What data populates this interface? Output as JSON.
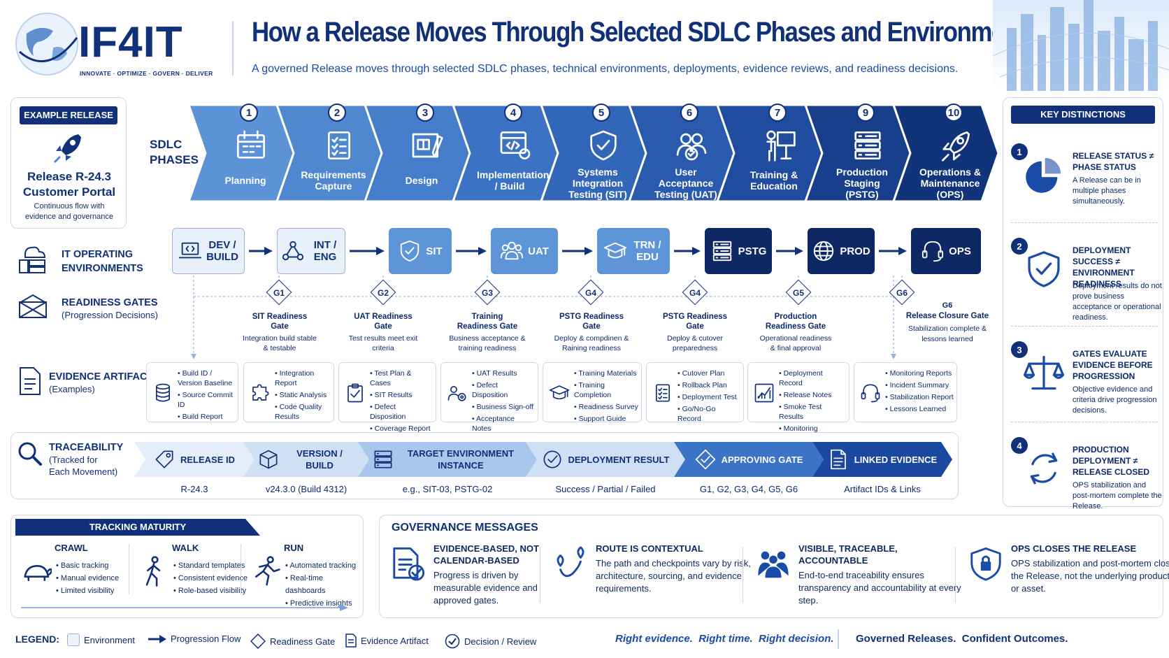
{
  "brand": {
    "logo_text": "IF4IT",
    "tagline": "INNOVATE · OPTIMIZE · GOVERN · DELIVER"
  },
  "header": {
    "title": "How a Release Moves Through Selected SDLC Phases and Environments",
    "subtitle": "A governed Release moves through selected SDLC phases, technical environments, deployments, evidence reviews, and readiness decisions."
  },
  "example_release": {
    "badge": "EXAMPLE RELEASE",
    "name_line1": "Release R-24.3",
    "name_line2": "Customer Portal",
    "desc": "Continuous flow with evidence and governance"
  },
  "row_labels": {
    "sdlc_1": "SDLC",
    "sdlc_2": "PHASES",
    "env_1": "IT OPERATING",
    "env_2": "ENVIRONMENTS",
    "gates_1": "READINESS GATES",
    "gates_2": "(Progression Decisions)",
    "evidence_1": "EVIDENCE ARTIFACTS",
    "evidence_2": "(Examples)"
  },
  "phases": [
    {
      "num": "1",
      "label": "Planning",
      "icon": "calendar-icon",
      "color": "#5b93d6"
    },
    {
      "num": "2",
      "label": "Requirements Capture",
      "icon": "checklist-icon",
      "color": "#5088d0"
    },
    {
      "num": "3",
      "label": "Design",
      "icon": "blueprint-icon",
      "color": "#467dca"
    },
    {
      "num": "4",
      "label": "Implementation / Build",
      "icon": "code-gear-icon",
      "color": "#3c72c3"
    },
    {
      "num": "5",
      "label": "Systems Integration Testing (SIT)",
      "icon": "shield-check-icon",
      "color": "#3266b9"
    },
    {
      "num": "6",
      "label": "User Acceptance Testing (UAT)",
      "icon": "users-check-icon",
      "color": "#2a5aad"
    },
    {
      "num": "7",
      "label": "Training & Education",
      "icon": "presenter-icon",
      "color": "#1f4c9e"
    },
    {
      "num": "9",
      "label": "Production Staging (PSTG)",
      "icon": "server-stack-icon",
      "color": "#173f8c"
    },
    {
      "num": "10",
      "label": "Operations & Maintenance (OPS)",
      "icon": "rocket-icon",
      "color": "#10337a"
    }
  ],
  "environments": [
    {
      "label": "DEV / BUILD",
      "icon": "laptop-code-icon",
      "style": "light"
    },
    {
      "label": "INT / ENG",
      "icon": "network-icon",
      "style": "light"
    },
    {
      "label": "SIT",
      "icon": "shield-check-icon",
      "style": "mid"
    },
    {
      "label": "UAT",
      "icon": "users-icon",
      "style": "mid"
    },
    {
      "label": "TRN / EDU",
      "icon": "graduation-cap-icon",
      "style": "mid"
    },
    {
      "label": "PSTG",
      "icon": "server-stack-icon",
      "style": "dark"
    },
    {
      "label": "PROD",
      "icon": "globe-icon",
      "style": "dark"
    },
    {
      "label": "OPS",
      "icon": "headset-icon",
      "style": "dark"
    }
  ],
  "gates": [
    {
      "id": "G1",
      "title": "SIT Readiness Gate",
      "desc": "Integration build stable & testable"
    },
    {
      "id": "G2",
      "title": "UAT Readiness Gate",
      "desc": "Test results meet exit criteria"
    },
    {
      "id": "G3",
      "title": "Training Readiness Gate",
      "desc": "Business acceptance & training readiness"
    },
    {
      "id": "G4",
      "title": "PSTG Readiness Gate",
      "desc": "Deploy & compdinen & Raining readiness"
    },
    {
      "id": "G4",
      "title": "PSTG Readiness Gate",
      "desc": "Deploy & cutover preparedness"
    },
    {
      "id": "G5",
      "title": "Production Readiness Gate",
      "desc": "Operational readiness & final approval"
    },
    {
      "id": "G6",
      "title": "",
      "desc": ""
    }
  ],
  "closure_gate": {
    "id": "G6",
    "title": "Release Closure Gate",
    "desc": "Stabilization complete & lessons learned"
  },
  "evidence": [
    {
      "icon": "database-icon",
      "items": [
        "Build ID / Version Baseline",
        "Source Commit ID",
        "Build Report"
      ]
    },
    {
      "icon": "puzzle-icon",
      "items": [
        "Integration Report",
        "Static Analysis",
        "Code Quality Results"
      ]
    },
    {
      "icon": "clipboard-check-icon",
      "items": [
        "Test Plan & Cases",
        "SIT Results",
        "Defect Disposition",
        "Coverage Report"
      ]
    },
    {
      "icon": "users-gear-icon",
      "items": [
        "UAT Results",
        "Defect Disposition",
        "Business Sign-off",
        "Acceptance Notes"
      ]
    },
    {
      "icon": "graduation-cap-icon",
      "items": [
        "Training Materials",
        "Training Completion",
        "Readiness Survey",
        "Support Guide"
      ]
    },
    {
      "icon": "checklist-icon",
      "items": [
        "Cutover Plan",
        "Rollback Plan",
        "Deployment Test",
        "Go/No-Go Record"
      ]
    },
    {
      "icon": "chart-icon",
      "items": [
        "Deployment Record",
        "Release Notes",
        "Smoke Test Results",
        "Monitoring Confirm."
      ]
    },
    {
      "icon": "headset-icon",
      "items": [
        "Monitoring Reports",
        "Incident Summary",
        "Stabilization Report",
        "Lessons Learned"
      ]
    }
  ],
  "traceability": {
    "label_1": "TRACEABILITY",
    "label_2": "(Tracked for",
    "label_3": "Each Movement)",
    "items": [
      {
        "label": "RELEASE ID",
        "value": "R-24.3",
        "icon": "tag-icon"
      },
      {
        "label": "VERSION / BUILD",
        "value": "v24.3.0 (Build 4312)",
        "icon": "cube-icon"
      },
      {
        "label": "TARGET ENVIRONMENT INSTANCE",
        "value": "e.g., SIT-03, PSTG-02",
        "icon": "server-icon"
      },
      {
        "label": "DEPLOYMENT RESULT",
        "value": "Success / Partial / Failed",
        "icon": "check-circle-icon"
      },
      {
        "label": "APPROVING GATE",
        "value": "G1, G2, G3, G4, G5, G6",
        "icon": "diamond-check-icon"
      },
      {
        "label": "LINKED EVIDENCE",
        "value": "Artifact IDs & Links",
        "icon": "document-icon"
      }
    ]
  },
  "key_distinctions": {
    "title": "KEY DISTINCTIONS",
    "items": [
      {
        "num": "1",
        "title": "RELEASE STATUS ≠ PHASE STATUS",
        "desc": "A Release can be in multiple phases simultaneously.",
        "icon": "pie-chart-icon"
      },
      {
        "num": "2",
        "title": "DEPLOYMENT SUCCESS ≠ ENVIRONMENT READINESS",
        "desc": "Deployment results do not prove business acceptance or operational readiness.",
        "icon": "shield-check-icon"
      },
      {
        "num": "3",
        "title": "GATES EVALUATE EVIDENCE BEFORE PROGRESSION",
        "desc": "Objective evidence and criteria drive progression decisions.",
        "icon": "scale-icon"
      },
      {
        "num": "4",
        "title": "PRODUCTION DEPLOYMENT ≠ RELEASE CLOSED",
        "desc": "OPS stabilization and post-mortem complete the Release.",
        "icon": "cycle-icon"
      }
    ]
  },
  "maturity": {
    "title": "TRACKING MATURITY",
    "levels": [
      {
        "name": "CRAWL",
        "icon": "turtle-icon",
        "items": [
          "Basic tracking",
          "Manual evidence",
          "Limited visibility"
        ]
      },
      {
        "name": "WALK",
        "icon": "walker-icon",
        "items": [
          "Standard templates",
          "Consistent evidence",
          "Role-based visibility"
        ]
      },
      {
        "name": "RUN",
        "icon": "runner-icon",
        "items": [
          "Automated tracking",
          "Real-time dashboards",
          "Predictive insights"
        ]
      }
    ]
  },
  "governance": {
    "title": "GOVERNANCE MESSAGES",
    "items": [
      {
        "title": "EVIDENCE-BASED, NOT CALENDAR-BASED",
        "desc": "Progress is driven by measurable evidence and approved gates.",
        "icon": "doc-check-icon"
      },
      {
        "title": "ROUTE IS CONTEXTUAL",
        "desc": "The path and checkpoints vary by risk, architecture, sourcing, and evidence requirements.",
        "icon": "route-icon"
      },
      {
        "title": "VISIBLE, TRACEABLE, ACCOUNTABLE",
        "desc": "End-to-end traceability ensures transparency and accountability at every step.",
        "icon": "team-icon"
      },
      {
        "title": "OPS CLOSES THE RELEASE",
        "desc": "OPS stabilization and post-mortem close the Release, not the underlying product or asset.",
        "icon": "shield-lock-icon"
      }
    ]
  },
  "legend": {
    "title": "LEGEND:",
    "environment": "Environment",
    "flow": "Progression Flow",
    "gate": "Readiness Gate",
    "artifact": "Evidence Artifact",
    "decision": "Decision / Review"
  },
  "footer": {
    "tag1": "Right evidence.",
    "tag2": "Right time.",
    "tag3": "Right decision.",
    "tag4": "Governed Releases.",
    "tag5": "Confident Outcomes."
  }
}
